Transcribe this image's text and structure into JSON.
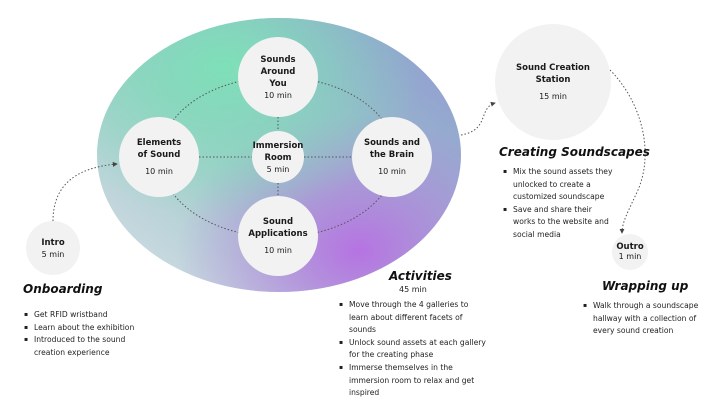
{
  "colors": {
    "node_fill": "#f2f2f2",
    "ellipse_green": "#7ee0b8",
    "ellipse_blue": "#9a9cd4",
    "ellipse_purple": "#b673e2",
    "ellipse_pale": "#d8dde8",
    "connector": "#555555"
  },
  "nodes": {
    "intro": {
      "title": "Intro",
      "time": "5 min"
    },
    "elements": {
      "title": "Elements\nof Sound",
      "time": "10 min"
    },
    "around": {
      "title": "Sounds\nAround\nYou",
      "time": "10 min"
    },
    "immersion": {
      "title": "Immersion\nRoom",
      "time": "5 min"
    },
    "brain": {
      "title": "Sounds and\nthe Brain",
      "time": "10 min"
    },
    "applications": {
      "title": "Sound\nApplications",
      "time": "10 min"
    },
    "creation": {
      "title": "Sound Creation\nStation",
      "time": "15 min"
    },
    "outro": {
      "title": "Outro",
      "time": "1 min"
    }
  },
  "phases": {
    "onboarding": {
      "title": "Onboarding",
      "bullets": [
        "Get RFID wristband",
        "Learn about the exhibition",
        "Introduced to the sound creation experience"
      ]
    },
    "activities": {
      "title": "Activities",
      "time": "45 min",
      "bullets": [
        "Move through the 4 galleries to learn about different facets of sounds",
        "Unlock sound assets at each gallery for the creating phase",
        "Immerse themselves in the immersion room to relax and get inspired"
      ]
    },
    "creating": {
      "title": "Creating Soundscapes",
      "bullets": [
        "Mix the sound assets they unlocked to create a customized soundscape",
        "Save and share their works to the website and social media"
      ]
    },
    "wrapping": {
      "title": "Wrapping up",
      "bullets": [
        "Walk through a soundscape hallway with a collection of every sound creation"
      ]
    }
  }
}
